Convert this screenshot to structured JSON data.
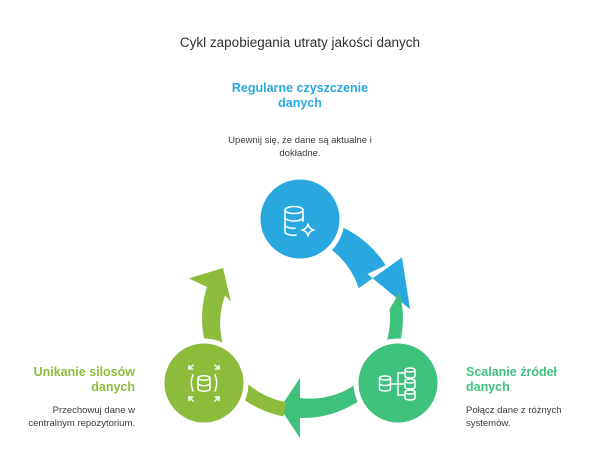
{
  "title": "Cykl zapobiegania utraty jakości danych",
  "stages": [
    {
      "name": "Regularne czyszczenie danych",
      "description": "Upewnij się, że dane są aktualne i dokładne.",
      "color": "#29A8DF",
      "icon": "database-sparkle-icon"
    },
    {
      "name": "Scalanie źródeł danych",
      "description": "Połącz dane z różnych systemów.",
      "color": "#3DC17D",
      "icon": "database-merge-icon"
    },
    {
      "name": "Unikanie silosów danych",
      "description": "Przechowuj dane w centralnym repozytorium.",
      "color": "#8DBB3B",
      "icon": "database-expand-icon"
    }
  ]
}
